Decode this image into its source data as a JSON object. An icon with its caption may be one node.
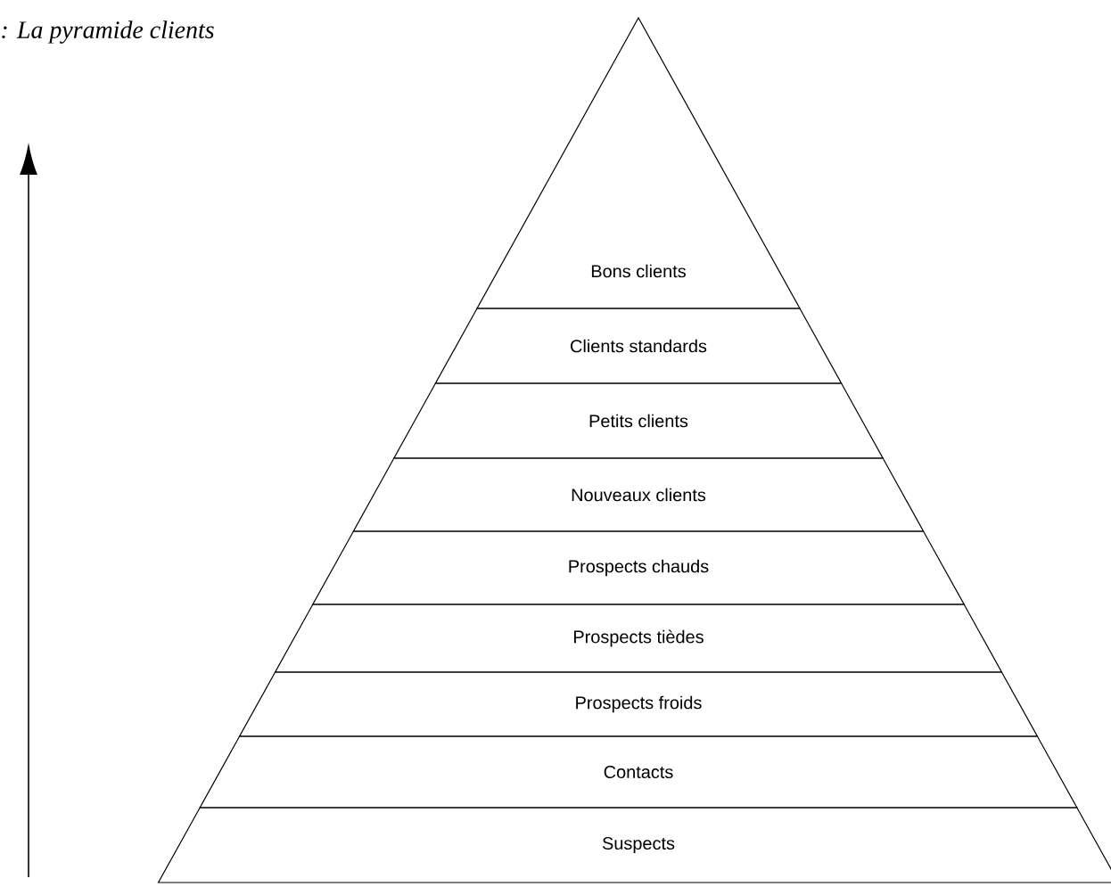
{
  "diagram": {
    "title": ": La pyramide clients",
    "nodes": [
      {
        "text": [
          "Bons clients"
        ]
      },
      {
        "text": [
          "Clients standards"
        ]
      },
      {
        "text": [
          "Petits clients"
        ]
      },
      {
        "text": [
          "Nouveaux clients"
        ]
      },
      {
        "text": [
          "Prospects chauds"
        ]
      },
      {
        "text": [
          "Prospects tièdes"
        ]
      },
      {
        "text": [
          "Prospects froids"
        ]
      },
      {
        "text": [
          "Contacts"
        ]
      },
      {
        "text": [
          "Suspects"
        ]
      }
    ]
  }
}
